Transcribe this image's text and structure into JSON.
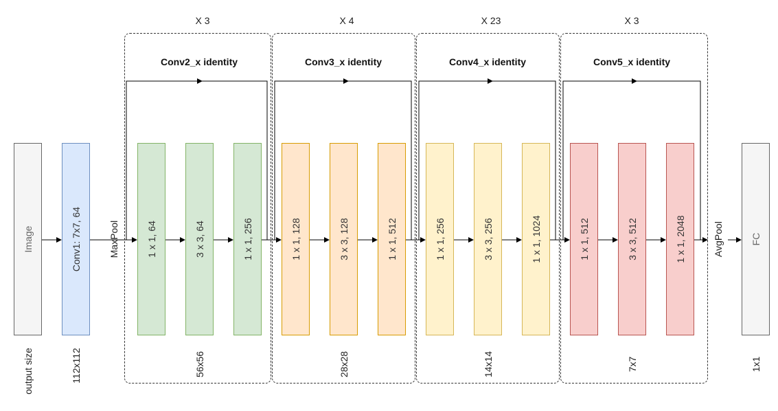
{
  "colors": {
    "image_fill": "#f5f5f5",
    "image_stroke": "#666666",
    "conv1_fill": "#dae8fc",
    "conv1_stroke": "#6c8ebf",
    "green_fill": "#d5e8d4",
    "green_stroke": "#82b366",
    "orange_fill": "#ffe6cc",
    "orange_stroke": "#d79b00",
    "yellow_fill": "#fff2cc",
    "yellow_stroke": "#d6b656",
    "red_fill": "#f8cecc",
    "red_stroke": "#b85450",
    "fc_fill": "#f5f5f5",
    "fc_stroke": "#666666"
  },
  "image_block": {
    "label": "Image"
  },
  "conv1_block": {
    "label": "Conv1: 7x7, 64"
  },
  "maxpool": {
    "label": "MaxPool"
  },
  "avgpool": {
    "label": "AvgPool"
  },
  "fc_block": {
    "label": "FC"
  },
  "groups": [
    {
      "title": "Conv2_x identity",
      "repeat": "X 3",
      "size": "56x56",
      "layers": [
        "1 x 1, 64",
        "3 x 3, 64",
        "1 x 1, 256"
      ]
    },
    {
      "title": "Conv3_x identity",
      "repeat": "X 4",
      "size": "28x28",
      "layers": [
        "1 x 1, 128",
        "3 x 3, 128",
        "1 x 1, 512"
      ]
    },
    {
      "title": "Conv4_x identity",
      "repeat": "X 23",
      "size": "14x14",
      "layers": [
        "1 x 1, 256",
        "3 x 3, 256",
        "1 x 1, 1024"
      ]
    },
    {
      "title": "Conv5_x identity",
      "repeat": "X 3",
      "size": "7x7",
      "layers": [
        "1 x 1, 512",
        "3 x 3, 512",
        "1 x 1, 2048"
      ]
    }
  ],
  "output_sizes": {
    "label": "output size",
    "conv1": "112x112",
    "fc": "1x1"
  }
}
